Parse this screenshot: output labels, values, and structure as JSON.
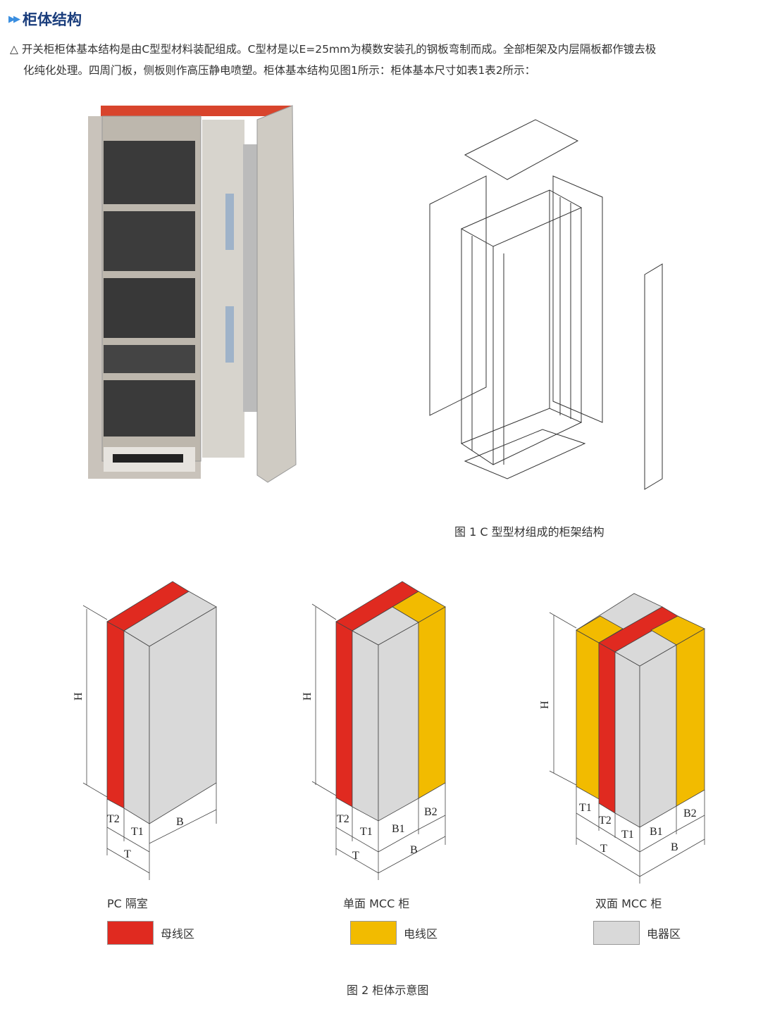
{
  "section": {
    "title": "柜体结构",
    "paragraph_line1": "△ 开关柜柜体基本结构是由C型型材料装配组成。C型材是以E=25mm为模数安装孔的钢板弯制而成。全部柜架及内层隔板都作镀去极",
    "paragraph_line2": "化纯化处理。四周门板，侧板则作高压静电喷塑。柜体基本结构见图1所示：柜体基本尺寸如表1表2所示："
  },
  "figure1": {
    "caption": "图 1  C 型型材组成的柜架结构"
  },
  "figure2": {
    "caption": "图 2 柜体示意图",
    "diagrams": [
      {
        "name": "PC 隔室",
        "labels": {
          "H": "H",
          "T2": "T2",
          "T1": "T1",
          "B": "B",
          "T": "T"
        }
      },
      {
        "name": "单面 MCC 柜",
        "labels": {
          "H": "H",
          "T2": "T2",
          "T1": "T1",
          "B1": "B1",
          "B2": "B2",
          "T": "T",
          "B": "B"
        }
      },
      {
        "name": "双面 MCC 柜",
        "labels": {
          "H": "H",
          "T1a": "T1",
          "T2": "T2",
          "T1": "T1",
          "B1": "B1",
          "B2": "B2",
          "T": "T",
          "B": "B"
        }
      }
    ],
    "legend": [
      {
        "label": "母线区",
        "color": "#e02a20"
      },
      {
        "label": "电线区",
        "color": "#f2bb00"
      },
      {
        "label": "电器区",
        "color": "#d9d9d9"
      }
    ]
  }
}
